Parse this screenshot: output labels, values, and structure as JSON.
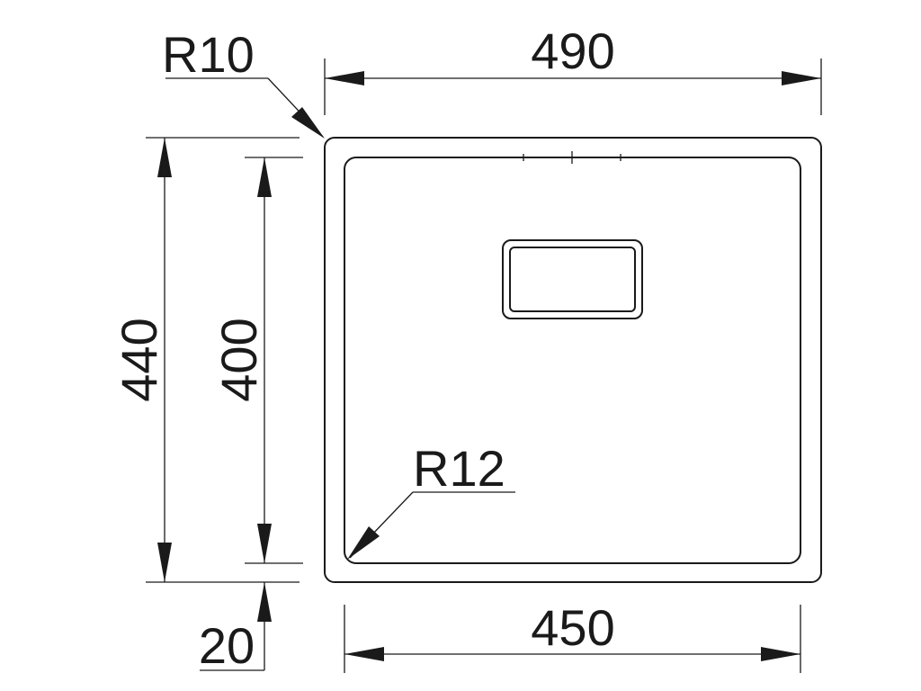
{
  "drawing": {
    "dimensions": {
      "overall_width": "490",
      "overall_height": "440",
      "inner_width": "450",
      "inner_height": "400",
      "offset": "20"
    },
    "radii": {
      "outer_corner": "R10",
      "inner_corner": "R12"
    }
  }
}
